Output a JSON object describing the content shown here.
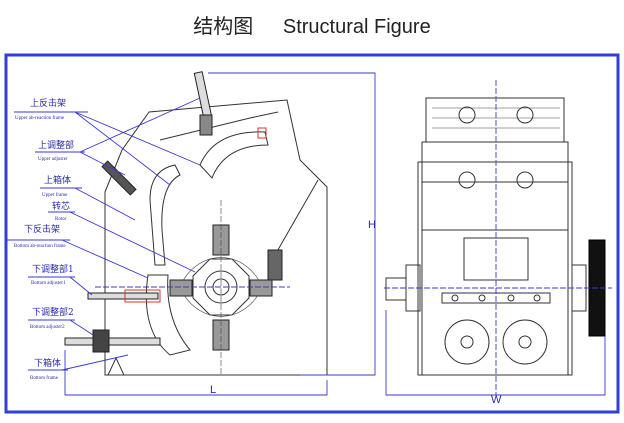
{
  "title": {
    "cn": "结构图",
    "en": "Structural Figure"
  },
  "labels": [
    {
      "cn": "上反击架",
      "en": "Upper ab-reaction frame"
    },
    {
      "cn": "上调整部",
      "en": "Upper adjuster"
    },
    {
      "cn": "上箱体",
      "en": "Upper frame"
    },
    {
      "cn": "转芯",
      "en": "Rotor"
    },
    {
      "cn": "下反击架",
      "en": "Bottom ab-reaction frame"
    },
    {
      "cn": "下调整部1",
      "en": "Bottom adjuster1"
    },
    {
      "cn": "下调整部2",
      "en": "Bottom adjuster2"
    },
    {
      "cn": "下箱体",
      "en": "Bottom frame"
    }
  ],
  "dimensions": {
    "height": "H",
    "length": "L",
    "width": "W"
  },
  "colors": {
    "frame": "#2f3fd8",
    "leader": "#3a3ad0",
    "highlight": "#e03030"
  }
}
